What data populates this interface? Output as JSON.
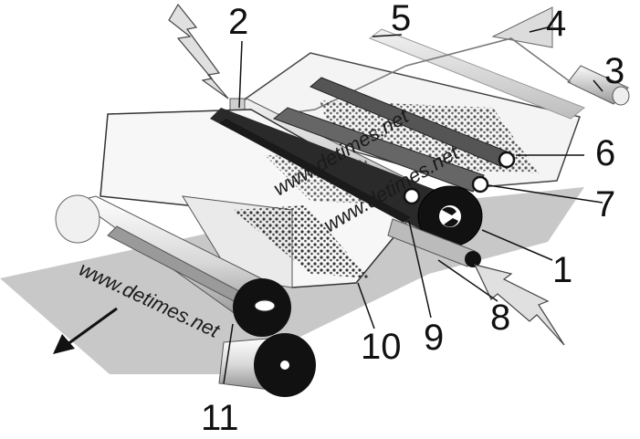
{
  "callouts": {
    "n1": "1",
    "n2": "2",
    "n3": "3",
    "n4": "4",
    "n5": "5",
    "n6": "6",
    "n7": "7",
    "n8": "8",
    "n9": "9",
    "n10": "10",
    "n11": "11"
  },
  "watermarks": {
    "center": "www.detimes.net",
    "left": "www.detimes.net"
  },
  "colors": {
    "ink": "#111111",
    "paper_gray": "#c8c8c8",
    "drum": "#111111",
    "roller": "#e6e6e6"
  }
}
